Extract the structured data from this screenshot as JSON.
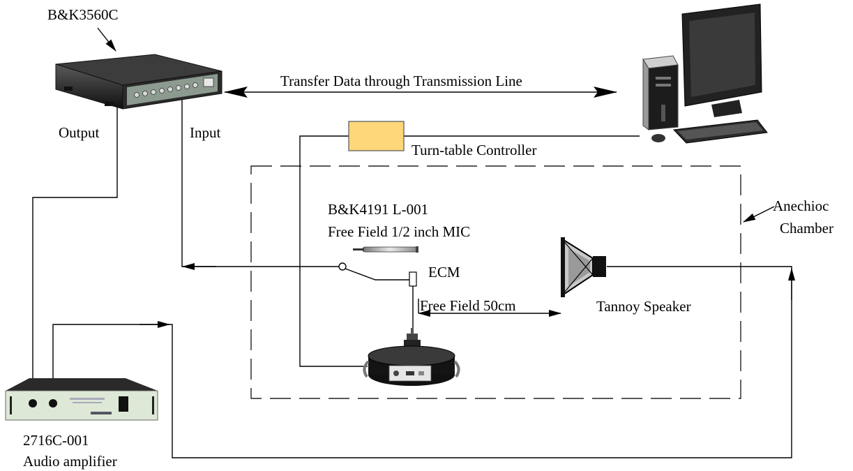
{
  "labels": {
    "daq_name": "B&K3560C",
    "daq_output": "Output",
    "daq_input": "Input",
    "transfer": "Transfer Data through Transmission Line",
    "turntable_controller": "Turn-table Controller",
    "mic_line1": "B&K4191 L-001",
    "mic_line2": "Free Field 1/2 inch MIC",
    "ecm": "ECM",
    "free_field": "Free Field 50cm",
    "speaker": "Tannoy Speaker",
    "chamber_line1": "Anechioc",
    "chamber_line2": "Chamber",
    "amp_line1": "2716C-001",
    "amp_line2": "Audio amplifier"
  },
  "colors": {
    "controller_fill": "#fdd77a",
    "controller_stroke": "#555555",
    "device_dark": "#1e1e1e",
    "amp_panel": "#dde9d6"
  },
  "icons": [
    "daq-unit-icon",
    "computer-icon",
    "microphone-icon",
    "ecm-icon",
    "speaker-icon",
    "turntable-icon",
    "amplifier-icon"
  ]
}
